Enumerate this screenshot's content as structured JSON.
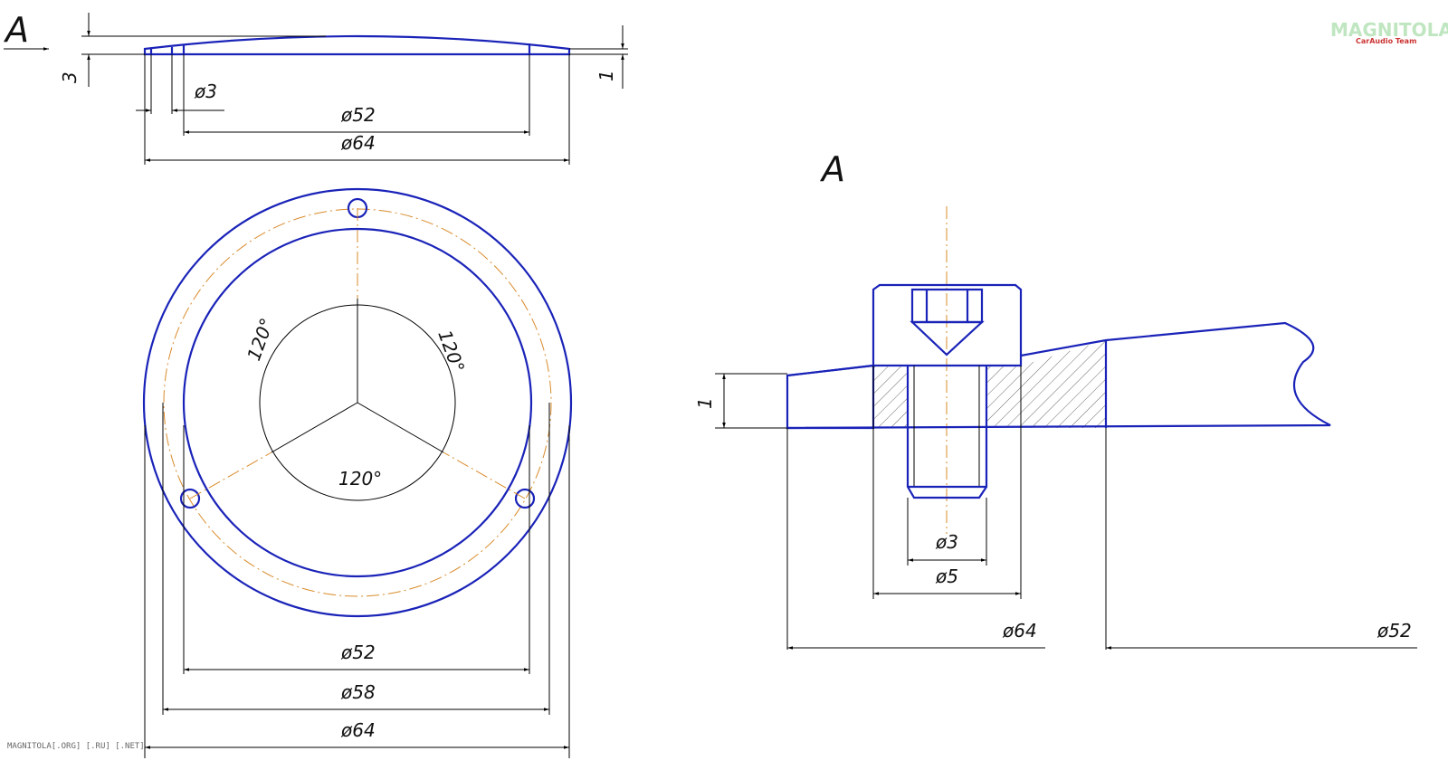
{
  "view_marker": "A",
  "section_label": "A",
  "top_view": {
    "dim_height": "3",
    "dim_thickness": "1",
    "dim_hole": "ø3",
    "dim_inner": "ø52",
    "dim_outer": "ø64"
  },
  "plan_view": {
    "angle_1": "120°",
    "angle_2": "120°",
    "angle_3": "120°",
    "dim_inner": "ø52",
    "dim_bolt_circle": "ø58",
    "dim_outer": "ø64"
  },
  "section_view": {
    "dim_thickness": "1",
    "dim_thread": "ø3",
    "dim_head": "ø5",
    "dim_outer": "ø64",
    "dim_inner": "ø52"
  },
  "watermark": "MAGNITOLA[.ORG] [.RU] [.NET]",
  "logo": {
    "text": "MAGNITOLA",
    "subtitle": "CarAudio Team"
  },
  "colors": {
    "outline": "#1a23b8",
    "centerline": "#d98b2b",
    "dimension": "#000000"
  }
}
